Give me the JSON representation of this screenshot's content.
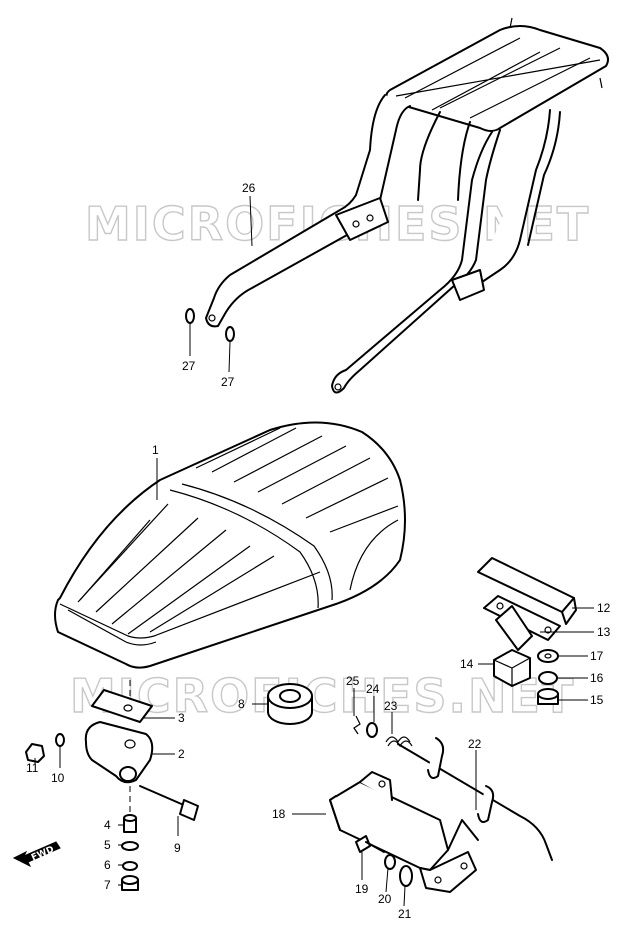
{
  "watermark": "MICROFICHES.NET",
  "direction_marker": "FWD",
  "callouts": [
    {
      "id": "c1",
      "label": "1"
    },
    {
      "id": "c2",
      "label": "2"
    },
    {
      "id": "c3",
      "label": "3"
    },
    {
      "id": "c4",
      "label": "4"
    },
    {
      "id": "c5",
      "label": "5"
    },
    {
      "id": "c6",
      "label": "6"
    },
    {
      "id": "c7",
      "label": "7"
    },
    {
      "id": "c8",
      "label": "8"
    },
    {
      "id": "c9",
      "label": "9"
    },
    {
      "id": "c10",
      "label": "10"
    },
    {
      "id": "c11",
      "label": "11"
    },
    {
      "id": "c12",
      "label": "12"
    },
    {
      "id": "c13",
      "label": "13"
    },
    {
      "id": "c14",
      "label": "14"
    },
    {
      "id": "c15",
      "label": "15"
    },
    {
      "id": "c16",
      "label": "16"
    },
    {
      "id": "c17",
      "label": "17"
    },
    {
      "id": "c18",
      "label": "18"
    },
    {
      "id": "c19",
      "label": "19"
    },
    {
      "id": "c20",
      "label": "20"
    },
    {
      "id": "c21",
      "label": "21"
    },
    {
      "id": "c22",
      "label": "22"
    },
    {
      "id": "c23",
      "label": "23"
    },
    {
      "id": "c24",
      "label": "24"
    },
    {
      "id": "c25",
      "label": "25"
    },
    {
      "id": "c26",
      "label": "26"
    },
    {
      "id": "c27a",
      "label": "27"
    },
    {
      "id": "c27b",
      "label": "27"
    }
  ]
}
